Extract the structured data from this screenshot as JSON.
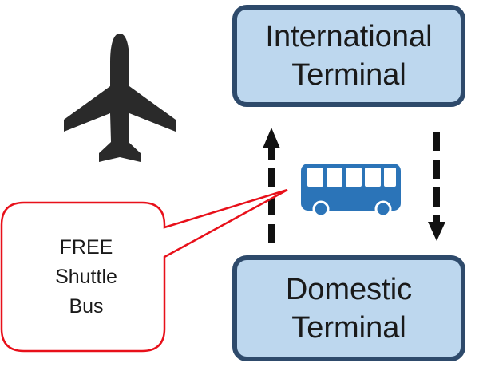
{
  "terminals": {
    "international": {
      "line1": "International",
      "line2": "Terminal"
    },
    "domestic": {
      "line1": "Domestic",
      "line2": "Terminal"
    }
  },
  "callout": {
    "line1": "FREE",
    "line2": "Shuttle",
    "line3": "Bus"
  },
  "icons": {
    "airplane": "airplane-icon",
    "bus": "bus-icon"
  },
  "colors": {
    "terminal_fill": "#bdd7ee",
    "terminal_border": "#2e4a6b",
    "callout_border": "#e8101a",
    "bus_blue": "#2b74b8",
    "arrow": "#111111"
  }
}
